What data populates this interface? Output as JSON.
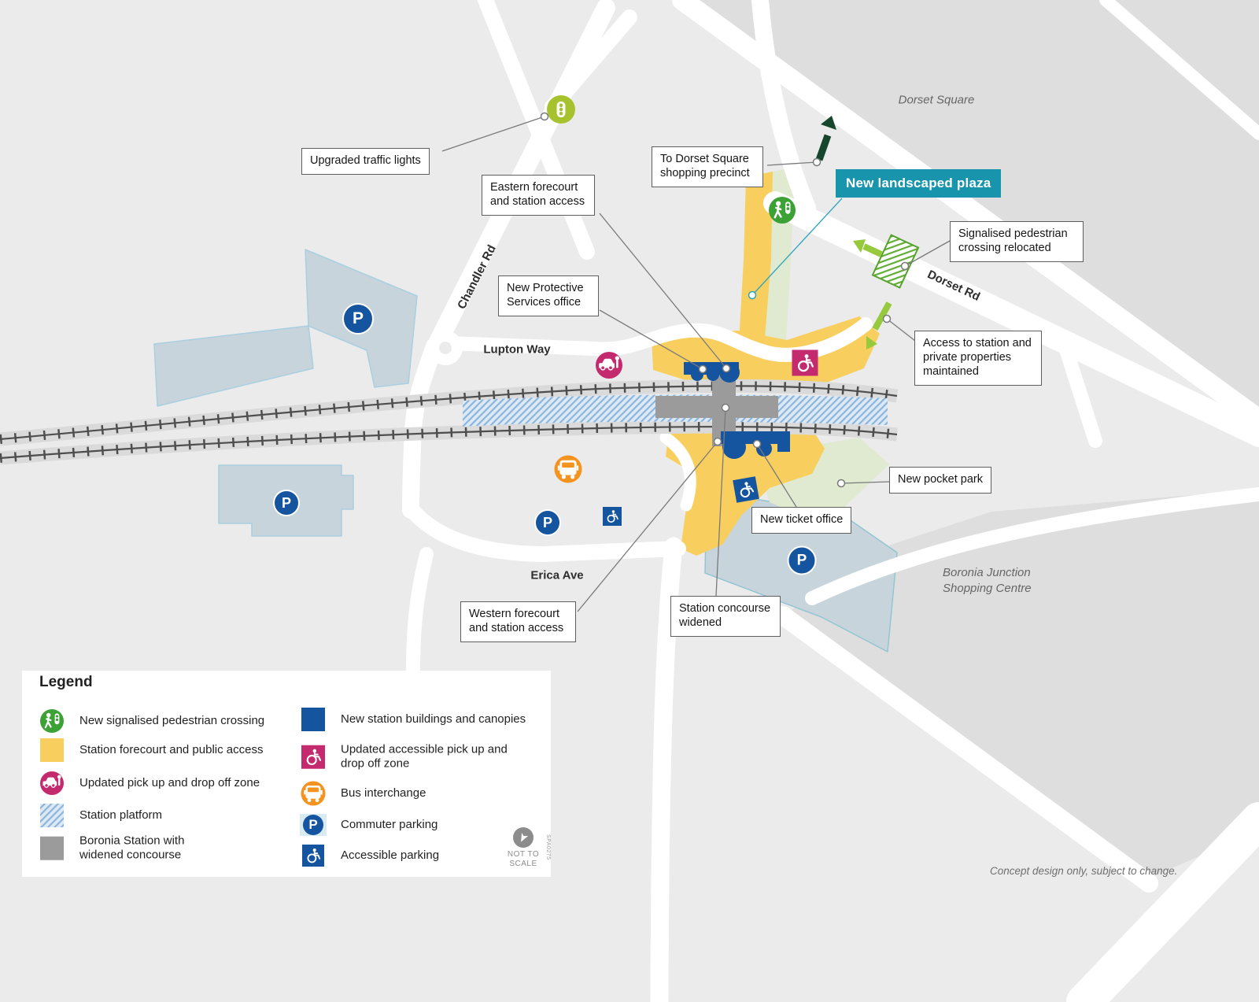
{
  "callouts": {
    "upgraded_traffic_lights": "Upgraded traffic lights",
    "to_dorset_square": "To Dorset Square shopping precinct",
    "new_landscaped_plaza": "New landscaped plaza",
    "eastern_forecourt": "Eastern forecourt and station access",
    "signalised_crossing": "Signalised pedestrian crossing relocated",
    "protective_services": "New Protective Services office",
    "access_maintained": "Access to station and private properties maintained",
    "new_pocket_park": "New pocket park",
    "new_ticket_office": "New ticket office",
    "concourse_widened": "Station concourse widened",
    "western_forecourt": "Western forecourt and station access"
  },
  "road_labels": {
    "chandler": "Chandler Rd",
    "lupton": "Lupton Way",
    "dorset": "Dorset Rd",
    "erica": "Erica Ave"
  },
  "area_labels": {
    "dorset_square": "Dorset Square",
    "boronia_junction": "Boronia Junction Shopping Centre"
  },
  "legend": {
    "title": "Legend",
    "left": [
      "New signalised pedestrian crossing",
      "Station forecourt and public access",
      "Updated pick up and drop off zone",
      "Station platform",
      "Boronia Station with widened concourse"
    ],
    "right": [
      "New station buildings and canopies",
      "Updated accessible pick up and drop off zone",
      "Bus interchange",
      "Commuter parking",
      "Accessible parking"
    ],
    "not_to_scale": "NOT TO SCALE",
    "code": "SPA0275"
  },
  "footnote": "Concept design only, subject to change.",
  "icons": {
    "parking_letter": "P"
  },
  "colors": {
    "background": "#EBEBEB",
    "block_dark": "#DEDEDE",
    "road": "#FFFFFF",
    "forecourt_yellow": "#F8CF5F",
    "landscape_green": "#E0EAD0",
    "station_gray": "#9B9B9B",
    "building_blue": "#15549F",
    "platform_hatch_blue": "#8AB4DC",
    "parking_fill": "#C7D4DB",
    "plaza_teal": "#1894AC",
    "pedestrian_green": "#3CA235",
    "traffic_light_lime": "#A6C32F",
    "arrow_lime": "#97C93D",
    "arrow_dark_green": "#17462E",
    "pickup_magenta": "#C42A6E",
    "bus_orange": "#F6921E"
  }
}
